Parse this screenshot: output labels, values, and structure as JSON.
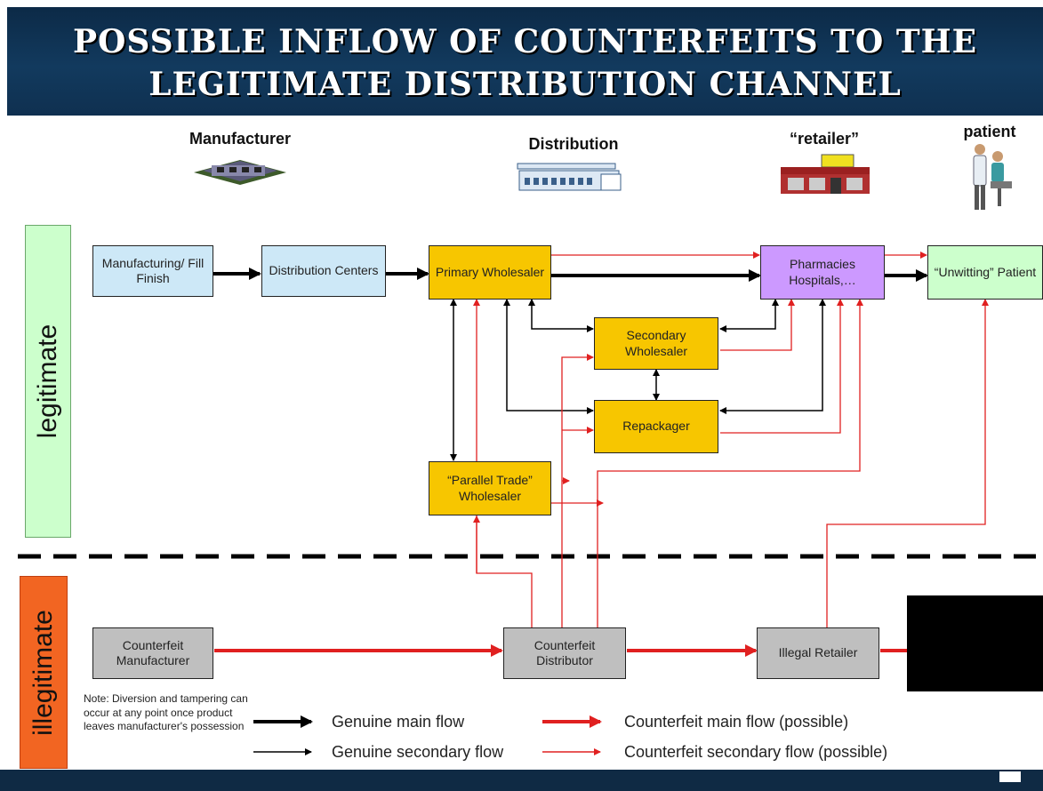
{
  "title": {
    "line1": "POSSIBLE INFLOW OF COUNTERFEITS TO THE",
    "line2": "LEGITIMATE DISTRIBUTION CHANNEL"
  },
  "columns": {
    "manufacturer": "Manufacturer",
    "distribution": "Distribution",
    "retailer": "“retailer”",
    "patient": "patient"
  },
  "zones": {
    "legitimate": "legitimate",
    "illegitimate": "illegitimate"
  },
  "nodes": {
    "manufacturing": "Manufacturing/ Fill Finish",
    "distribution_centers": "Distribution Centers",
    "primary_wholesaler": "Primary Wholesaler",
    "pharmacies": "Pharmacies Hospitals,…",
    "unwitting_patient": "“Unwitting” Patient",
    "secondary_wholesaler": "Secondary Wholesaler",
    "repackager": "Repackager",
    "parallel_trade": "“Parallel Trade” Wholesaler",
    "counterfeit_manufacturer": "Counterfeit Manufacturer",
    "counterfeit_distributor": "Counterfeit Distributor",
    "illegal_retailer": "Illegal Retailer"
  },
  "legend": {
    "note": "Note: Diversion and tampering can occur at any point once product leaves manufacturer's possession",
    "genuine_main": "Genuine main flow",
    "genuine_secondary": "Genuine secondary flow",
    "counterfeit_main": "Counterfeit main flow (possible)",
    "counterfeit_secondary": "Counterfeit secondary flow (possible)"
  },
  "colors": {
    "genuine": "#000000",
    "counterfeit": "#e02020",
    "legit_zone": "#ccffcc",
    "illegit_zone": "#f26522"
  },
  "icons": [
    "factory-icon",
    "warehouse-icon",
    "store-icon",
    "doctor-patient-icon"
  ]
}
